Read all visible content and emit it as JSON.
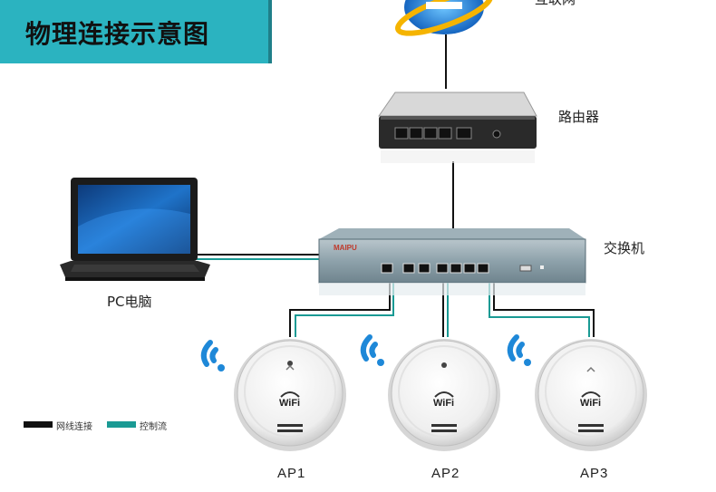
{
  "title": "物理连接示意图",
  "nodes": {
    "internet": "互联网",
    "router": "路由器",
    "switch": "交换机",
    "pc": "PC电脑",
    "ap1": "AP1",
    "ap2": "AP2",
    "ap3": "AP3"
  },
  "brand": "MAIPU",
  "ap_badge": "WiFi",
  "legend": {
    "network": "网线连接",
    "control": "控制流"
  },
  "colors": {
    "title_bg": "#2bb3c0",
    "network_line": "#111111",
    "control_line": "#1a9a94",
    "wifi_blue": "#1e88d8"
  }
}
